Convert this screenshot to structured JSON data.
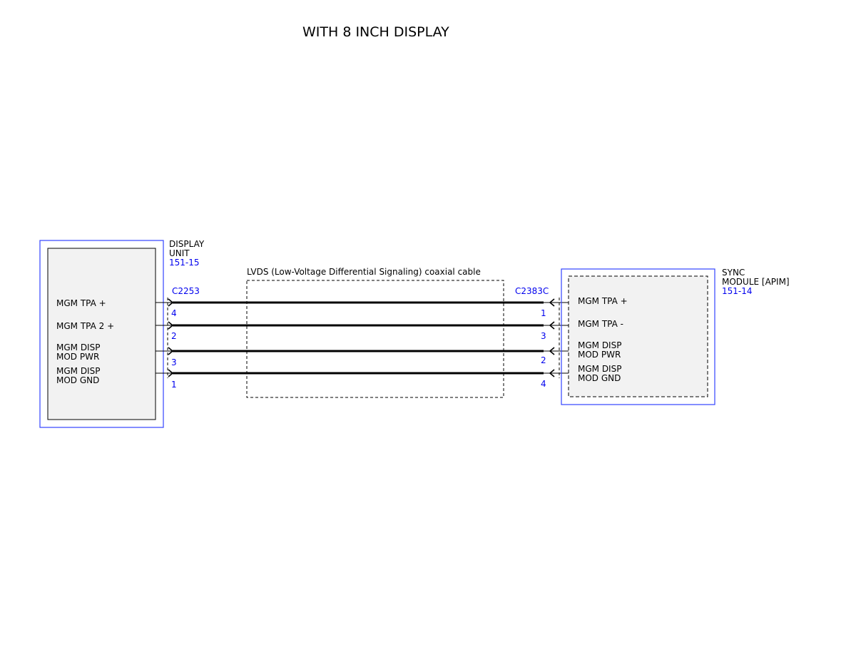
{
  "title": "WITH 8 INCH DISPLAY",
  "colors": {
    "module_border": "#3344ff",
    "ref_text": "#0000ee",
    "wire": "#000000",
    "module_fill": "#f2f2f2"
  },
  "display_unit": {
    "name_line1": "DISPLAY",
    "name_line2": "UNIT",
    "ref": "151-15",
    "connector": "C2253",
    "pins": [
      {
        "label": [
          "MGM TPA +"
        ],
        "pin": "4"
      },
      {
        "label": [
          "MGM TPA 2 +"
        ],
        "pin": "2"
      },
      {
        "label": [
          "MGM DISP",
          "MOD PWR"
        ],
        "pin": "3"
      },
      {
        "label": [
          "MGM DISP",
          "MOD GND"
        ],
        "pin": "1"
      }
    ]
  },
  "cable": {
    "label": "LVDS (Low-Voltage Differential Signaling) coaxial cable"
  },
  "sync_module": {
    "name_line1": "SYNC",
    "name_line2": "MODULE [APIM]",
    "ref": "151-14",
    "connector": "C2383C",
    "pins": [
      {
        "label": [
          "MGM TPA +"
        ],
        "pin": "1"
      },
      {
        "label": [
          "MGM TPA -"
        ],
        "pin": "3"
      },
      {
        "label": [
          "MGM DISP",
          "MOD PWR"
        ],
        "pin": "2"
      },
      {
        "label": [
          "MGM DISP",
          "MOD GND"
        ],
        "pin": "4"
      }
    ]
  }
}
